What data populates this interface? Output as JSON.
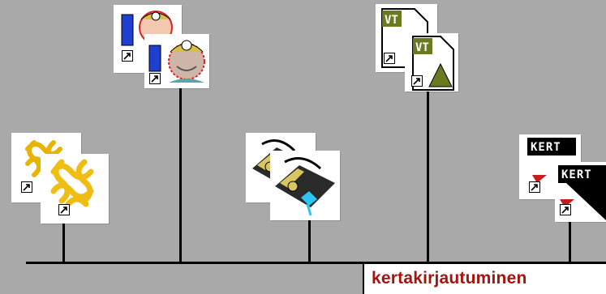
{
  "timeline": {
    "label": "kertakirjautuminen",
    "colors": {
      "background": "#a9a9a9",
      "line": "#000000",
      "label_text": "#a4150f"
    }
  },
  "icons": [
    {
      "name": "ornament-shortcut-icon",
      "description_glyph": "gold-knot"
    },
    {
      "name": "operator-terminal-shortcut-icon",
      "description_glyph": "doctor-computer"
    },
    {
      "name": "telephone-shortcut-icon",
      "description_glyph": "telephone"
    },
    {
      "name": "vt-document-shortcut-icon",
      "description_glyph": "vt-document"
    },
    {
      "name": "kert-shortcut-icon",
      "kert_text": "KERT",
      "kert_text_2": "KERT"
    }
  ]
}
